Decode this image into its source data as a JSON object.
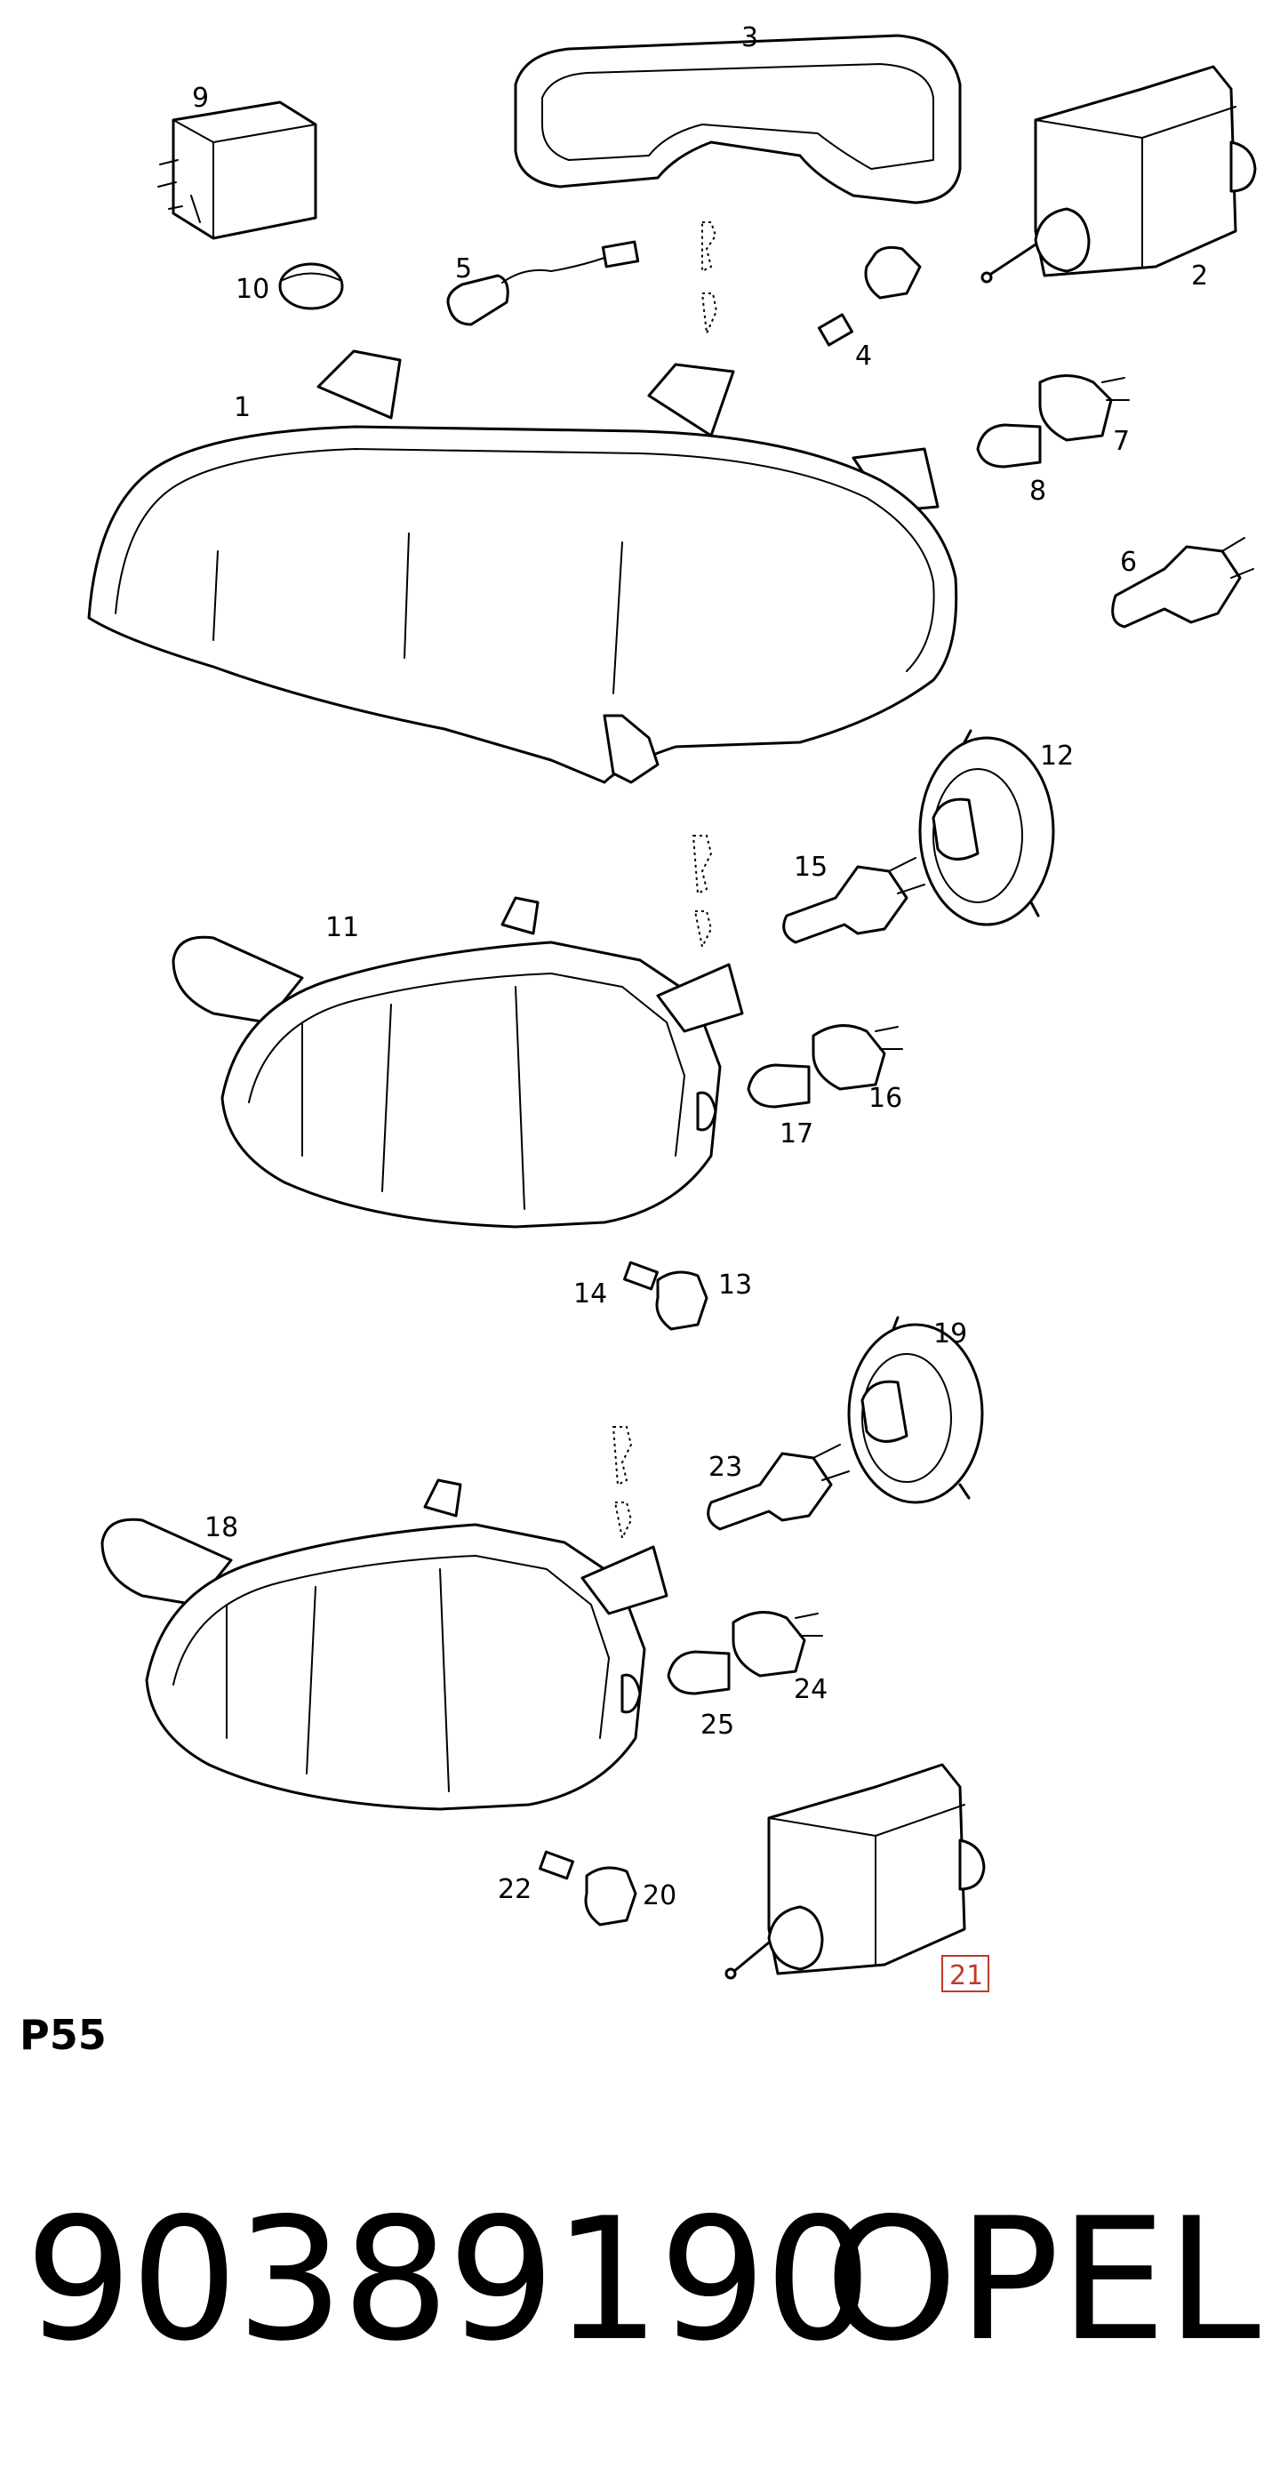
{
  "diagram": {
    "section_code": "P55",
    "part_number": "90389190",
    "brand": "OPEL",
    "highlighted_callout": "21",
    "highlight_color": "#c0392b",
    "callouts": [
      "1",
      "2",
      "3",
      "4",
      "5",
      "6",
      "7",
      "8",
      "9",
      "10",
      "11",
      "12",
      "13",
      "14",
      "15",
      "16",
      "17",
      "18",
      "19",
      "20",
      "21",
      "22",
      "23",
      "24",
      "25"
    ]
  }
}
